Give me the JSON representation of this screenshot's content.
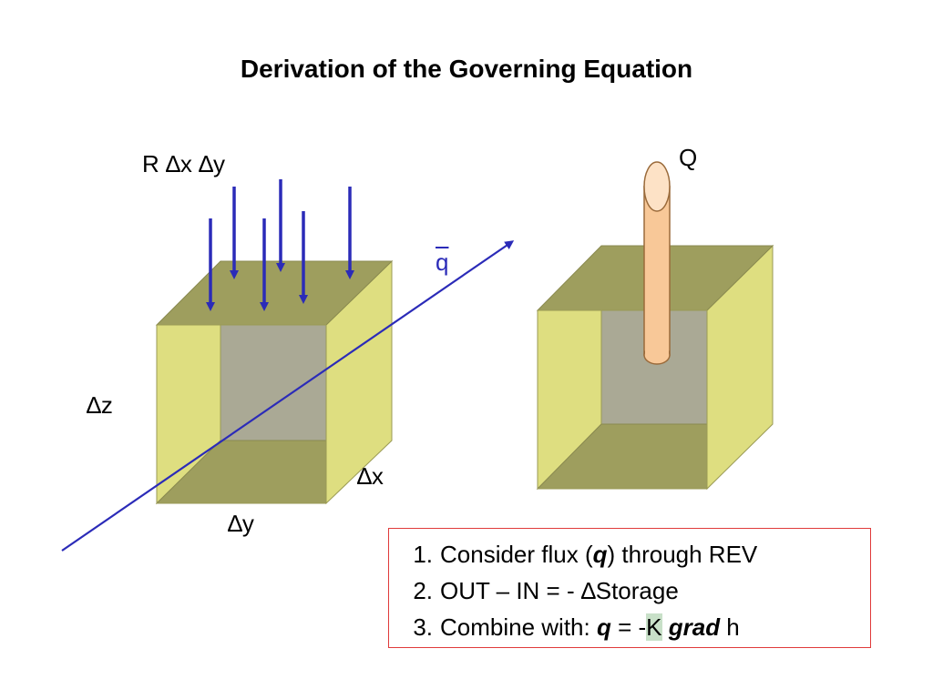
{
  "title": "Derivation of the Governing Equation",
  "labels": {
    "recharge": "R ∆x ∆y",
    "dz": "∆z",
    "dx": "∆x",
    "dy": "∆y",
    "q": "q",
    "Q": "Q"
  },
  "steps": [
    {
      "num": "1.",
      "before": "Consider flux (",
      "bold": "q",
      "after": ") through REV"
    },
    {
      "num": "2.",
      "text": "OUT – IN = - ∆Storage"
    },
    {
      "num": "3.",
      "before": "Combine with: ",
      "bold": "q",
      "mid": " = -",
      "k": "K",
      "grad": "grad",
      "after": " h"
    }
  ],
  "colors": {
    "cube_side": "#dede80",
    "cube_top": "#9e9e5e",
    "cube_back": "#aaa995",
    "arrow": "#2b2bb8",
    "well": "#f8c898",
    "box_border": "#e03a3a"
  }
}
